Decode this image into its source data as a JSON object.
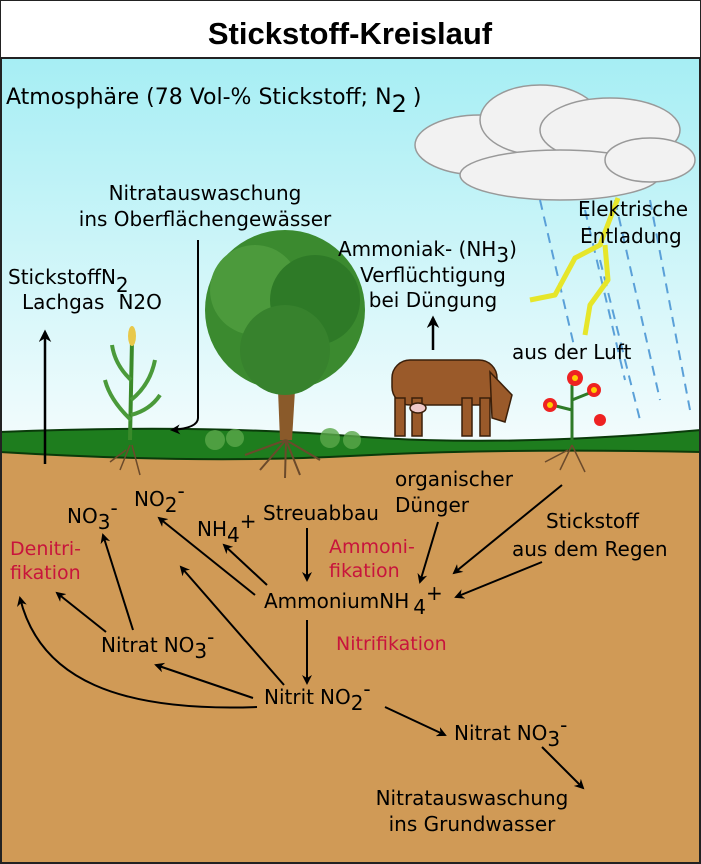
{
  "title": "Stickstoff-Kreislauf",
  "colors": {
    "soil": "#D09A56",
    "grass": "#1E7D1E",
    "sky_top": "#A6EEF4",
    "process_label": "#C8143C",
    "lightning": "#E6E62A",
    "rain": "#5AA0D8"
  },
  "atmosphere": {
    "label": "Atmosphäre (78 Vol-% Stickstoff; N",
    "sub": "2",
    "close": ")"
  },
  "surface": {
    "leaching_surface": [
      "Nitratauswaschung",
      "ins Oberflächengewässer"
    ],
    "lightning": [
      "Elektrische",
      "Entladung"
    ],
    "ammonia": {
      "line1": "Ammoniak- (NH",
      "sub": "3",
      "close": ")",
      "line2": "Verflüchtigung",
      "line3": "bei Düngung"
    },
    "gases": {
      "n2_label": "Stickstoff",
      "n2": "N",
      "n2_sub": "2",
      "n2o_label": "Lachgas",
      "n2o_a": "N",
      "n2o_sub": "2",
      "n2o_b": "O"
    },
    "from_air": "aus der Luft"
  },
  "soil": {
    "no3_top": {
      "f": "NO",
      "sub": "3",
      "sup": "-"
    },
    "no2_top": {
      "f": "NO",
      "sub": "2",
      "sup": "-"
    },
    "nh4_top": {
      "f": "NH",
      "sub": "4",
      "sup": "+"
    },
    "litter": "Streuabbau",
    "manure": [
      "organischer",
      "Dünger"
    ],
    "rain_n": [
      "Stickstoff",
      "aus dem Regen"
    ],
    "denitrification": [
      "Denitri-",
      "fikation"
    ],
    "ammonification": [
      "Ammoni-",
      "fikation"
    ],
    "ammonium": {
      "name": "Ammonium",
      "f": "NH",
      "sub": "4",
      "sup": "+"
    },
    "nitrification": "Nitrifikation",
    "nitrate_left": {
      "name": "Nitrat",
      "f": "NO",
      "sub": "3",
      "sup": "-"
    },
    "nitrite": {
      "name": "Nitrit",
      "f": "NO",
      "sub": "2",
      "sup": "-"
    },
    "nitrate_right": {
      "name": "Nitrat",
      "f": "NO",
      "sub": "3",
      "sup": "-"
    },
    "leaching_ground": [
      "Nitratauswaschung",
      "ins Grundwasser"
    ]
  }
}
